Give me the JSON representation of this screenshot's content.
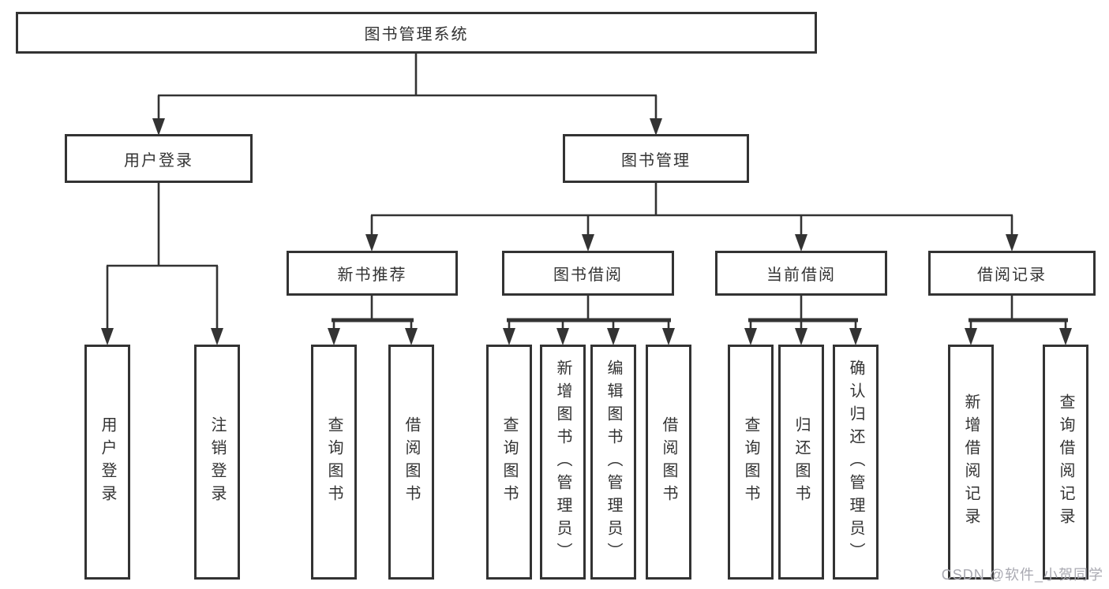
{
  "tree": {
    "label": "图书管理系统",
    "children": [
      {
        "label": "用户登录",
        "children": [
          {
            "label": "用户登录"
          },
          {
            "label": "注销登录"
          }
        ]
      },
      {
        "label": "图书管理",
        "children": [
          {
            "label": "新书推荐",
            "children": [
              {
                "label": "查询图书"
              },
              {
                "label": "借阅图书"
              }
            ]
          },
          {
            "label": "图书借阅",
            "children": [
              {
                "label": "查询图书"
              },
              {
                "label": "新增图书（管理员）"
              },
              {
                "label": "编辑图书（管理员）"
              },
              {
                "label": "借阅图书"
              }
            ]
          },
          {
            "label": "当前借阅",
            "children": [
              {
                "label": "查询图书"
              },
              {
                "label": "归还图书"
              },
              {
                "label": "确认归还（管理员）"
              }
            ]
          },
          {
            "label": "借阅记录",
            "children": [
              {
                "label": "新增借阅记录"
              },
              {
                "label": "查询借阅记录"
              }
            ]
          }
        ]
      }
    ]
  },
  "watermark": {
    "text": "CSDN @软件_小贺同学"
  },
  "colors": {
    "line": "#333333",
    "text": "#333333",
    "watermark": "#a9a9b1",
    "background": "#ffffff"
  }
}
